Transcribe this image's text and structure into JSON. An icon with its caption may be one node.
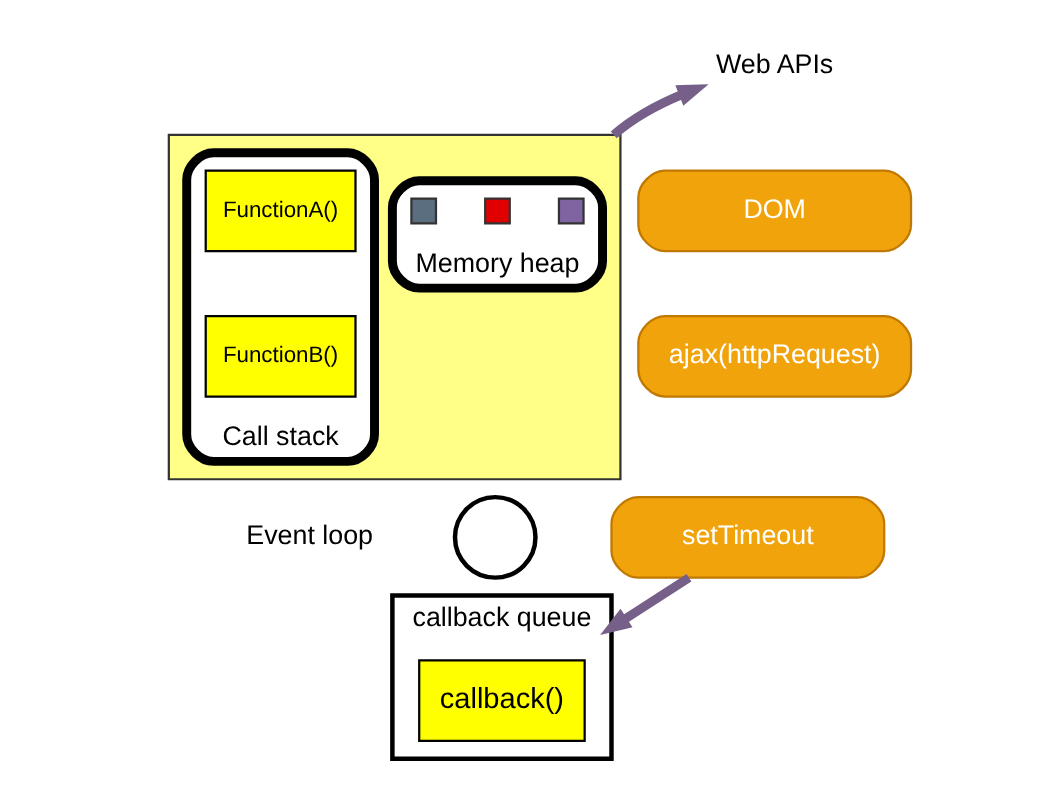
{
  "diagram": {
    "nodes": [
      {
        "text": [],
        "shape": "box"
      },
      {
        "text": [
          "Memory heap"
        ],
        "in": 0
      },
      {
        "text": [],
        "shape": "box",
        "in": 1
      },
      {
        "text": [],
        "shape": "box",
        "in": 1
      },
      {
        "text": [],
        "shape": "box",
        "in": 1
      },
      {
        "text": [
          "Call stack"
        ],
        "in": 0
      },
      {
        "text": [
          "FunctionA()"
        ],
        "in": 5
      },
      {
        "text": [
          "FunctionB()"
        ],
        "in": 5
      },
      {
        "text": [
          "Web APIs"
        ]
      },
      {
        "text": [
          "DOM"
        ]
      },
      {
        "text": [
          "ajax(httpRequest)"
        ]
      },
      {
        "text": [
          "setTimeout"
        ]
      },
      {
        "text": [
          "Event loop"
        ]
      },
      {
        "text": [],
        "shape": "circle"
      },
      {
        "text": [
          "callback queue"
        ]
      },
      {
        "text": [
          "callback()"
        ],
        "in": 14
      }
    ],
    "edges": [
      {
        "from": 0,
        "to": 8,
        "arrow": "to"
      },
      {
        "from": 11,
        "to": 14,
        "arrow": "to"
      }
    ]
  }
}
